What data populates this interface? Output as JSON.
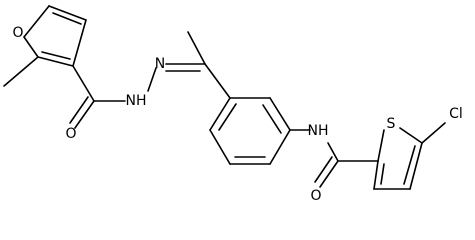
{
  "structure": {
    "atoms": {
      "furan_o": "O",
      "hydrazone_n1": "N",
      "hydrazone_nh": "NH",
      "carbonyl_o1": "O",
      "amide_nh": "NH",
      "thiophene_s": "S",
      "chloro": "Cl",
      "carbonyl_o2": "O"
    }
  }
}
